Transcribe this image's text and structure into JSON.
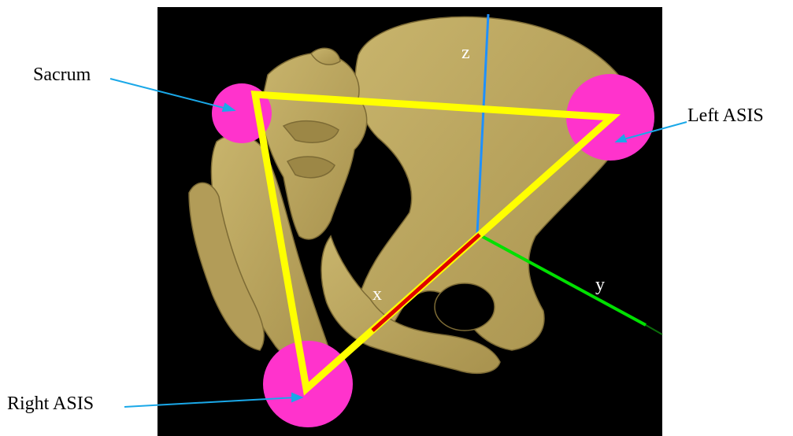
{
  "labels": {
    "sacrum": "Sacrum",
    "left_asis": "Left ASIS",
    "right_asis": "Right ASIS"
  },
  "axes": {
    "x": "x",
    "y": "y",
    "z": "z"
  },
  "colors": {
    "background": "#000000",
    "bone": "#b9a45f",
    "landmark": "#ff33cc",
    "triangle": "#ffff00",
    "x_axis": "#e00000",
    "y_axis": "#00e000",
    "z_axis": "#1e90ff",
    "pointer": "#1aa8e8"
  }
}
